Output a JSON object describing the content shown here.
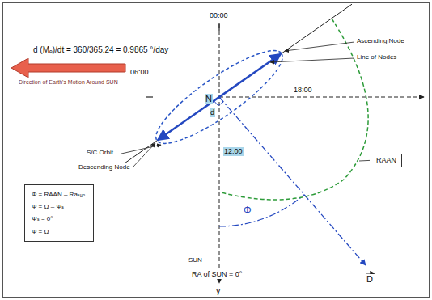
{
  "diagram": {
    "nodes": [
      {
        "text": [
          "N",
          "d",
          "12:00"
        ]
      },
      {
        "text": [
          "RAAN"
        ]
      },
      {
        "text": [
          "Φ = RAAN – Raₛᵤₙ",
          "Φ = Ω – Ψₛ",
          "Ψₛ = 0°",
          "Φ = Ω"
        ]
      },
      {
        "text": [
          "SUN"
        ]
      }
    ],
    "labels": [
      "00:00",
      "06:00",
      "18:00",
      "Ascending Node",
      "Line of Nodes",
      "d (Mₑ)/dt = 360/365.24 = 0.9865 °/day",
      "Direction of Earth's Motion Around SUN",
      "S/C Orbit",
      "Descending Node",
      "Φ",
      "RA of SUN = 0°",
      "γ",
      "D"
    ]
  }
}
